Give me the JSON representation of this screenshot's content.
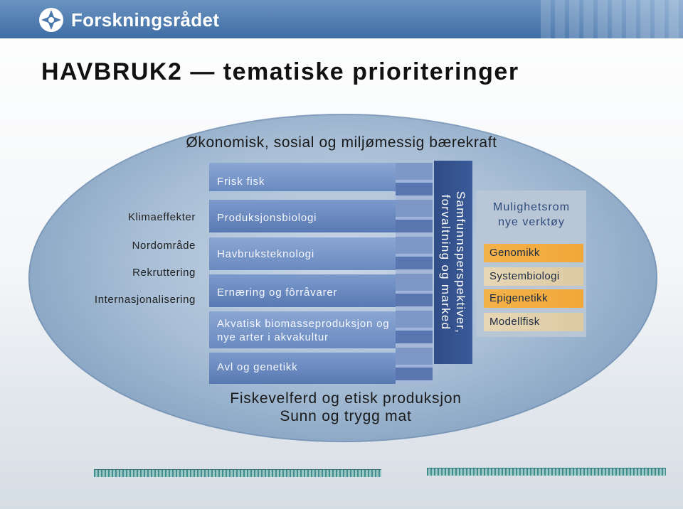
{
  "header": {
    "logo_text": "Forskningsrådet",
    "logo_icon": "forskningsradet-emblem-icon"
  },
  "title": "HAVBRUK2 — tematiske prioriteringer",
  "sustainability": "Økonomisk, sosial og miljømessig bærekraft",
  "left_labels": [
    "Klimaeffekter",
    "Nordområde",
    "Rekruttering",
    "Internasjonalisering"
  ],
  "center_bars": [
    {
      "label": "Frisk fisk"
    },
    {
      "label": "Produksjonsbiologi"
    },
    {
      "label": "Havbruksteknologi"
    },
    {
      "label": "Ernæring og fôrråvarer"
    },
    {
      "label": "Akvatisk biomasseproduksjon og"
    },
    {
      "label": "nye arter i akvakultur"
    },
    {
      "label": "Avl og genetikk"
    }
  ],
  "vertical_box": {
    "line1": "Samfunnsperspektiver,",
    "line2": "forvaltning og marked"
  },
  "tools": {
    "heading_line1": "Mulighetsrom",
    "heading_line2": "nye verktøy",
    "items": [
      "Genomikk",
      "Systembiologi",
      "Epigenetikk",
      "Modellfisk"
    ]
  },
  "bottom": {
    "line1": "Fiskevelferd og etisk produksjon",
    "line2": "Sunn og trygg mat"
  },
  "colors": {
    "header": "#4a78ad",
    "bar": "#6786bc",
    "vertical_box": "#324f8c",
    "tool_orange": "#f2ac40",
    "tool_beige": "#e2d0ab"
  }
}
